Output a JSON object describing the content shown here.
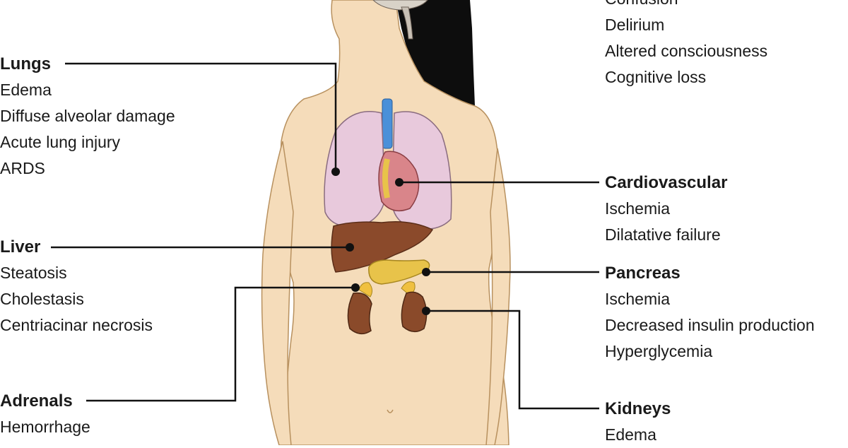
{
  "brain": {
    "items": [
      "Confusion",
      "Delirium",
      "Altered consciousness",
      "Cognitive loss"
    ]
  },
  "lungs": {
    "title": "Lungs",
    "items": [
      "Edema",
      "Diffuse alveolar damage",
      "Acute lung injury",
      "ARDS"
    ]
  },
  "liver": {
    "title": "Liver",
    "items": [
      "Steatosis",
      "Cholestasis",
      "Centriacinar necrosis"
    ]
  },
  "adrenals": {
    "title": "Adrenals",
    "items": [
      "Hemorrhage"
    ]
  },
  "cardiovascular": {
    "title": "Cardiovascular",
    "items": [
      "Ischemia",
      "Dilatative failure"
    ]
  },
  "pancreas": {
    "title": "Pancreas",
    "items": [
      "Ischemia",
      "Decreased insulin production",
      "Hyperglycemia"
    ]
  },
  "kidneys": {
    "title": "Kidneys",
    "items": [
      "Edema"
    ]
  },
  "colors": {
    "skin": "#f5dcba",
    "skin_outline": "#b8915f",
    "hair": "#0d0d0d",
    "lung": "#e8c9dc",
    "liver": "#8b4a2b",
    "heart": "#d9858a",
    "pancreas": "#e8c34a",
    "kidney": "#8a4a2a",
    "adrenal": "#f0c040",
    "trachea": "#4a90d9",
    "leader_line": "#111111"
  }
}
